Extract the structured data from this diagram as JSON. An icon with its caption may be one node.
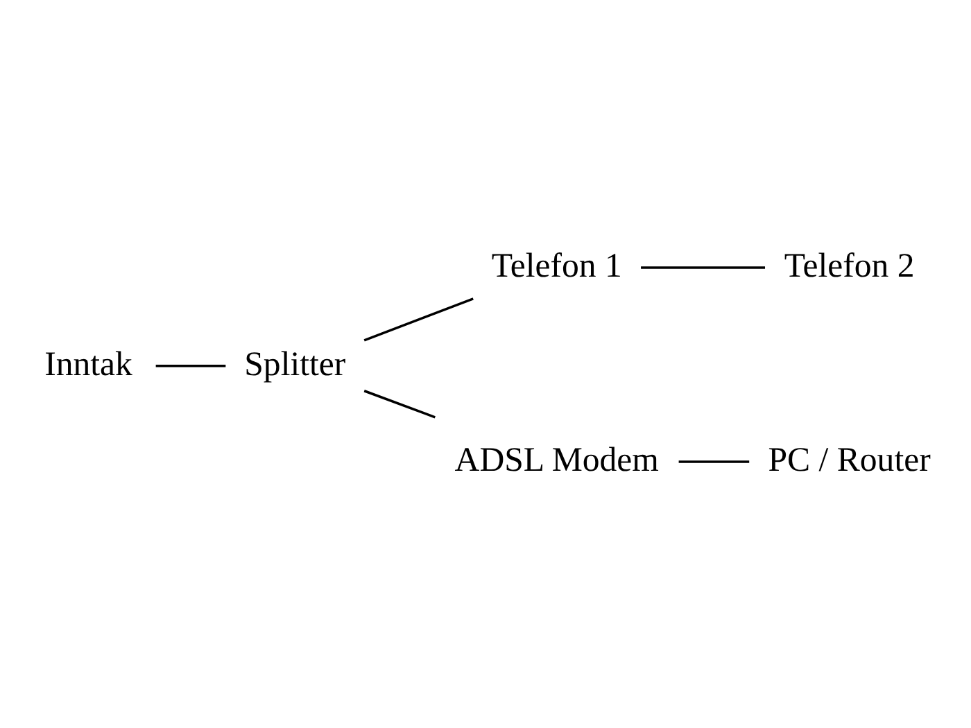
{
  "diagram": {
    "nodes": [
      {
        "text": [
          "Inntak"
        ]
      },
      {
        "text": [
          "Splitter"
        ]
      },
      {
        "text": [
          "Telefon 1"
        ]
      },
      {
        "text": [
          "Telefon 2"
        ]
      },
      {
        "text": [
          "ADSL Modem"
        ]
      },
      {
        "text": [
          "PC / Router"
        ]
      }
    ],
    "edges": [
      {
        "from": 0,
        "to": 1,
        "arrow": "none"
      },
      {
        "from": 1,
        "to": 2,
        "arrow": "none"
      },
      {
        "from": 2,
        "to": 3,
        "arrow": "none"
      },
      {
        "from": 1,
        "to": 4,
        "arrow": "none"
      },
      {
        "from": 4,
        "to": 5,
        "arrow": "none"
      }
    ]
  }
}
